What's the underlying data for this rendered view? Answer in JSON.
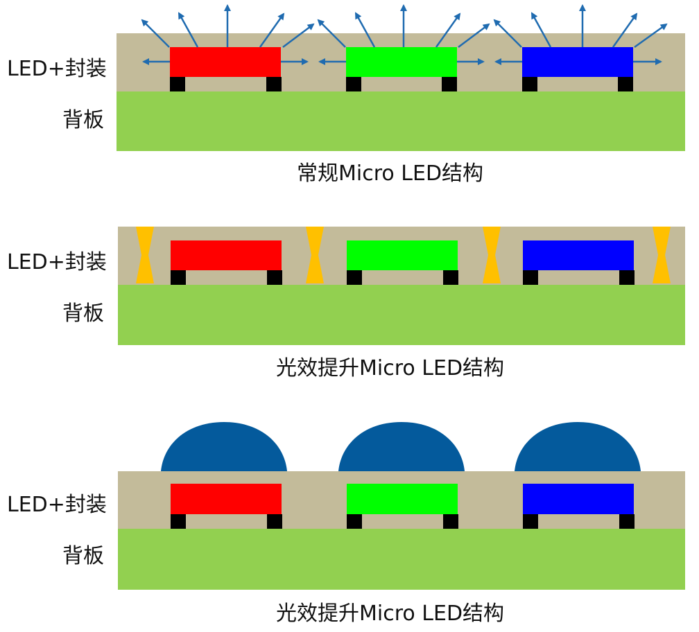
{
  "colors": {
    "encapsulation": "#c3bb9a",
    "backplane": "#92d050",
    "led_red": "#ff0000",
    "led_green": "#00ff00",
    "led_blue": "#0000ff",
    "electrode": "#000000",
    "light_arrow": "#1f6bb0",
    "reflector": "#ffc000",
    "lens": "#045a9c"
  },
  "panels": [
    {
      "layer_labels": {
        "encapsulation": "LED+封装",
        "backplane": "背板"
      },
      "caption": "常规Micro LED结构",
      "has_arrows": true
    },
    {
      "layer_labels": {
        "encapsulation": "LED+封装",
        "backplane": "背板"
      },
      "caption": "光效提升Micro LED结构",
      "has_reflectors": true
    },
    {
      "layer_labels": {
        "encapsulation": "LED+封装",
        "backplane": "背板"
      },
      "caption": "光效提升Micro LED结构",
      "has_lenses": true
    }
  ]
}
